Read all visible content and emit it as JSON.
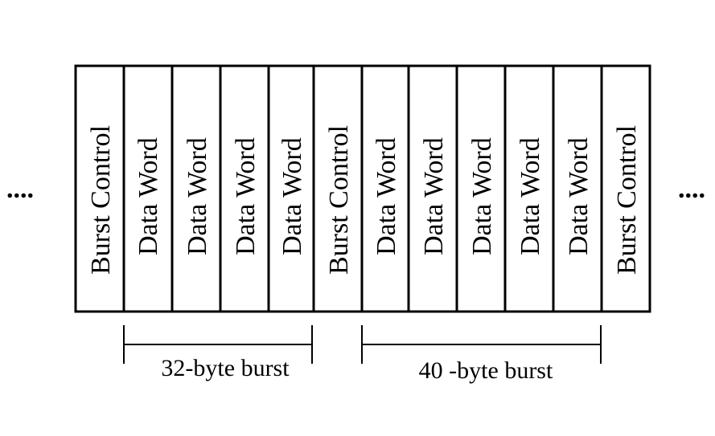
{
  "frame": {
    "cells": [
      {
        "kind": "control",
        "label": "Burst Control"
      },
      {
        "kind": "data",
        "label": "Data Word"
      },
      {
        "kind": "data",
        "label": "Data Word"
      },
      {
        "kind": "data",
        "label": "Data Word"
      },
      {
        "kind": "data",
        "label": "Data Word"
      },
      {
        "kind": "control",
        "label": "Burst Control"
      },
      {
        "kind": "data",
        "label": "Data Word"
      },
      {
        "kind": "data",
        "label": "Data Word"
      },
      {
        "kind": "data",
        "label": "Data Word"
      },
      {
        "kind": "data",
        "label": "Data Word"
      },
      {
        "kind": "data",
        "label": "Data Word"
      },
      {
        "kind": "control",
        "label": "Burst Control"
      }
    ],
    "ellipsis_left": "....",
    "ellipsis_right": "...."
  },
  "bursts": [
    {
      "label": "32-byte burst"
    },
    {
      "label": "40 -byte burst"
    }
  ]
}
